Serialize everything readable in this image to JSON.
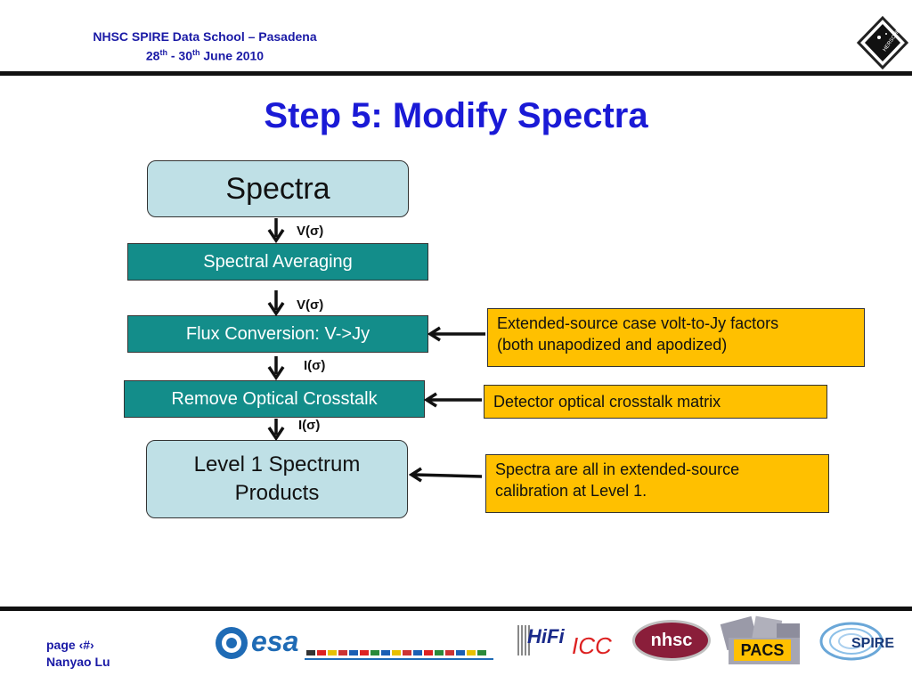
{
  "header": {
    "line1": "NHSC SPIRE Data School – Pasadena",
    "line2_a": "28",
    "line2_sup_a": "th",
    "line2_b": " - 30",
    "line2_sup_b": "th",
    "line2_c": " June 2010"
  },
  "title": "Step 5: Modify Spectra",
  "flow": {
    "spectra": "Spectra",
    "label_v1": "V(σ)",
    "spectral_averaging": "Spectral Averaging",
    "label_v2": "V(σ)",
    "flux_conversion": "Flux Conversion: V->Jy",
    "label_i1": "I(σ)",
    "remove_crosstalk": "Remove Optical Crosstalk",
    "label_i2": "I(σ)",
    "level1_line1": "Level 1 Spectrum",
    "level1_line2": "Products"
  },
  "notes": {
    "extended_line1": "Extended-source case volt-to-Jy factors",
    "extended_line2": "(both unapodized and apodized)",
    "crosstalk": "Detector optical crosstalk matrix",
    "calib_line1": "Spectra are all in extended-source",
    "calib_line2": "calibration at Level 1."
  },
  "footer": {
    "page": "page ‹#›",
    "author": "Nanyao Lu",
    "logos": {
      "esa": "esa",
      "hifi": "HiFi",
      "icc": "ICC",
      "nhsc": "nhsc",
      "pacs": "PACS",
      "spire": "SPIRE",
      "herschel": "HERSCHEL"
    }
  },
  "colors": {
    "header_blue": "#1a1aa6",
    "title_blue": "#1a1ad6",
    "teal": "#138d8a",
    "light_box": "#bfe0e6",
    "note_orange": "#ffc000"
  }
}
